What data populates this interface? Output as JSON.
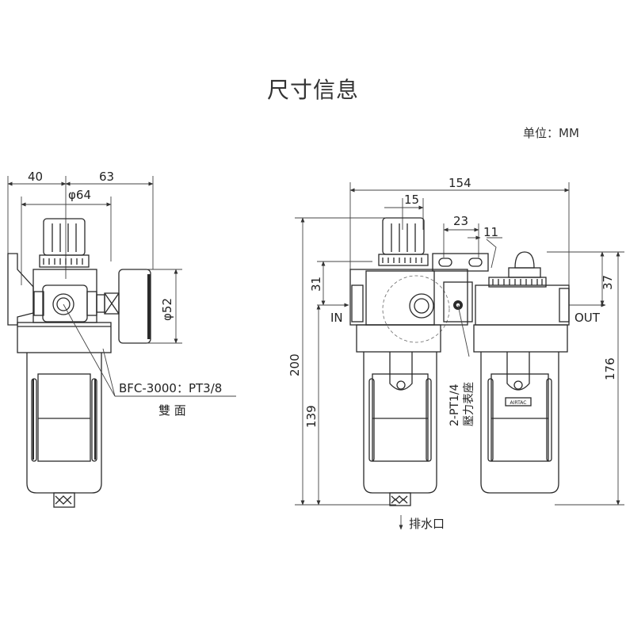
{
  "title": "尺寸信息",
  "unit": "单位：MM",
  "left_view": {
    "dim_40": "40",
    "dim_63": "63",
    "dim_phi64": "φ64",
    "dim_phi52": "φ52",
    "port_note": "BFC-3000：PT3/8",
    "port_note_sub": "雙 面"
  },
  "right_view": {
    "dim_154": "154",
    "dim_15": "15",
    "dim_23": "23",
    "dim_11": "11",
    "dim_31": "31",
    "dim_37": "37",
    "dim_200": "200",
    "dim_139": "139",
    "dim_176": "176",
    "in_label": "IN",
    "out_label": "OUT",
    "gauge_port_line1": "2-PT1/4",
    "gauge_port_line2": "壓力表座",
    "drain_label": "排水口",
    "brand_mark": "AIRTAC"
  },
  "colors": {
    "line": "#2a2a2a",
    "background": "#ffffff"
  }
}
